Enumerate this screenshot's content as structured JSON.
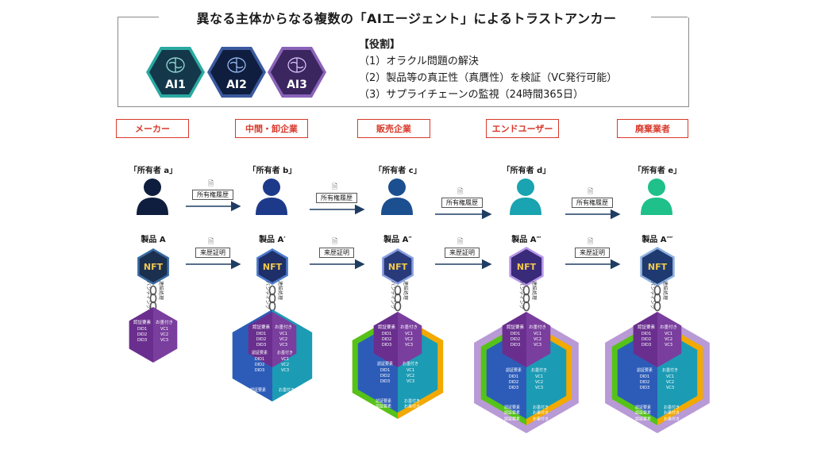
{
  "title": "異なる主体からなる複数の「AIエージェント」によるトラストアンカー",
  "ai_badges": [
    "AI1",
    "AI2",
    "AI3"
  ],
  "roles": {
    "heading": "【役割】",
    "items": [
      "（1）オラクル問題の解決",
      "（2）製品等の真正性（真贋性）を検証（VC発行可能）",
      "（3）サプライチェーンの監視（24時間365日）"
    ]
  },
  "categories": [
    "メーカー",
    "中間・卸企業",
    "販売企業",
    "エンドユーザー",
    "廃棄業者"
  ],
  "owners": [
    "「所有者 a」",
    "「所有者 b」",
    "「所有者 c」",
    "「所有者 d」",
    "「所有者 e」"
  ],
  "products": [
    "製品 A",
    "製品 A′",
    "製品 A″",
    "製品 A‴",
    "製品 A⁗"
  ],
  "flow_labels": {
    "ownership": "所有権履歴",
    "provenance": "来歴証明"
  },
  "nft_label": "NFT",
  "link_labels": {
    "banding": "バンディング",
    "interop": "連結処理"
  },
  "hex_labels": {
    "cert": "認証要素",
    "gift": "お墨付き",
    "did": [
      "DID1",
      "DID2",
      "DID3"
    ],
    "vc": [
      "VC1",
      "VC2",
      "VC3"
    ]
  },
  "colors": {
    "cat_border": "#d9392b",
    "ai1": "#1f7f7a",
    "ai2": "#1d2f5c",
    "ai3": "#5d3f86",
    "purple": "#6a2f8e",
    "blue": "#2d5cb8",
    "teal": "#1c9bb4",
    "green": "#55c21a",
    "orange": "#f2a900",
    "lavender": "#b89ad6"
  }
}
